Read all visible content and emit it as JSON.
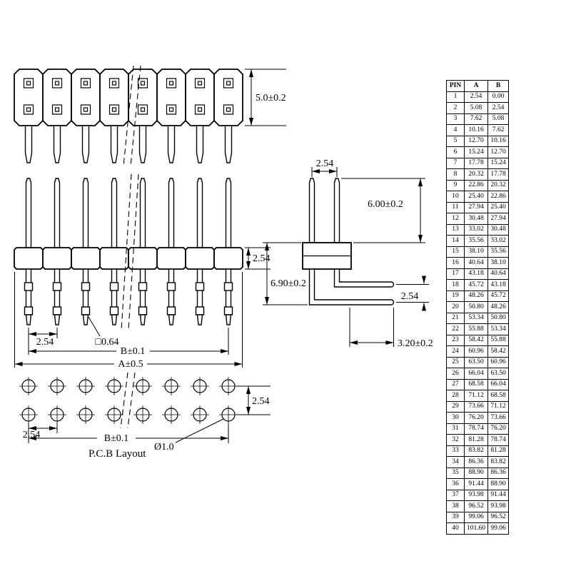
{
  "top_view": {
    "height_dim": "5.0±0.2"
  },
  "front_view": {
    "pitch_dim": "2.54",
    "pin_square_dim": "□0.64",
    "span_b_dim": "B±0.1",
    "span_a_dim": "A±0.5",
    "housing_height_dim": "2.54"
  },
  "side_view": {
    "pitch_dim": "2.54",
    "mating_height_dim": "6.00±0.2",
    "body_height_dim": "6.90±0.2",
    "row_pitch_dim": "2.54",
    "tail_length_dim": "3.20±0.2"
  },
  "pcb_layout": {
    "row_pitch_dim": "2.54",
    "col_pitch_dim": "2.54",
    "span_b_dim": "B±0.1",
    "hole_diameter_dim": "Ø1.0",
    "caption": "P.C.B Layout"
  },
  "table": {
    "headers": [
      "PIN",
      "A",
      "B"
    ],
    "rows": [
      [
        "1",
        "2.54",
        "0.00"
      ],
      [
        "2",
        "5.08",
        "2.54"
      ],
      [
        "3",
        "7.62",
        "5.08"
      ],
      [
        "4",
        "10.16",
        "7.62"
      ],
      [
        "5",
        "12.70",
        "10.16"
      ],
      [
        "6",
        "15.24",
        "12.70"
      ],
      [
        "7",
        "17.78",
        "15.24"
      ],
      [
        "8",
        "20.32",
        "17.78"
      ],
      [
        "9",
        "22.86",
        "20.32"
      ],
      [
        "10",
        "25.40",
        "22.86"
      ],
      [
        "11",
        "27.94",
        "25.40"
      ],
      [
        "12",
        "30.48",
        "27.94"
      ],
      [
        "13",
        "33.02",
        "30.48"
      ],
      [
        "14",
        "35.56",
        "33.02"
      ],
      [
        "15",
        "38.10",
        "35.56"
      ],
      [
        "16",
        "40.64",
        "38.10"
      ],
      [
        "17",
        "43.18",
        "40.64"
      ],
      [
        "18",
        "45.72",
        "43.18"
      ],
      [
        "19",
        "48.26",
        "45.72"
      ],
      [
        "20",
        "50.80",
        "48.26"
      ],
      [
        "21",
        "53.34",
        "50.80"
      ],
      [
        "22",
        "55.88",
        "53.34"
      ],
      [
        "23",
        "58.42",
        "55.88"
      ],
      [
        "24",
        "60.96",
        "58.42"
      ],
      [
        "25",
        "63.50",
        "60.96"
      ],
      [
        "26",
        "66.04",
        "63.50"
      ],
      [
        "27",
        "68.58",
        "66.04"
      ],
      [
        "28",
        "71.12",
        "68.58"
      ],
      [
        "29",
        "73.66",
        "71.12"
      ],
      [
        "30",
        "76.20",
        "73.66"
      ],
      [
        "31",
        "78.74",
        "76.20"
      ],
      [
        "32",
        "81.28",
        "78.74"
      ],
      [
        "33",
        "83.82",
        "81.28"
      ],
      [
        "34",
        "86.36",
        "83.82"
      ],
      [
        "35",
        "88.90",
        "86.36"
      ],
      [
        "36",
        "91.44",
        "88.90"
      ],
      [
        "37",
        "93.98",
        "91.44"
      ],
      [
        "38",
        "96.52",
        "93.98"
      ],
      [
        "39",
        "99.06",
        "96.52"
      ],
      [
        "40",
        "101.60",
        "99.06"
      ]
    ]
  }
}
